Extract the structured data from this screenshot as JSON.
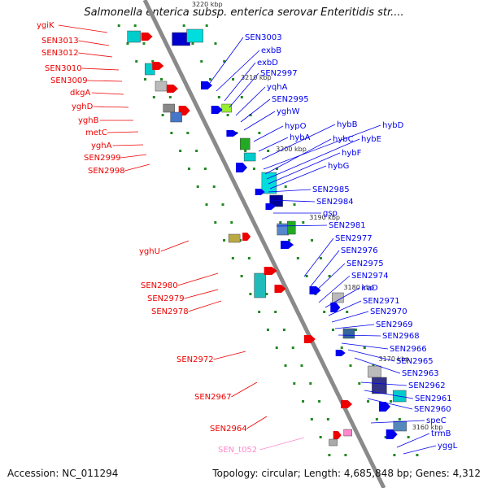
{
  "title": "Salmonella enterica subsp. enterica serovar Enteritidis str....",
  "footer": {
    "accession": "Accession: NC_011294",
    "summary": "Topology: circular; Length: 4,685,848 bp; Genes: 4,312"
  },
  "colors": {
    "strand_forward": "#0000ee",
    "strand_reverse": "#ee0000",
    "trna": "#ff88cc",
    "backbone": "#8a8a8a"
  },
  "ticks": [
    "3220 kbp",
    "3210 kbp",
    "3200 kbp",
    "3190 kbp",
    "3180 kbp",
    "3170 kbp",
    "3160 kbp"
  ],
  "left_labels": [
    {
      "text": "ygiK",
      "kind": "reverse"
    },
    {
      "text": "SEN3013",
      "kind": "reverse"
    },
    {
      "text": "SEN3012",
      "kind": "reverse"
    },
    {
      "text": "SEN3010",
      "kind": "reverse"
    },
    {
      "text": "SEN3009",
      "kind": "reverse"
    },
    {
      "text": "dkgA",
      "kind": "reverse"
    },
    {
      "text": "yghD",
      "kind": "reverse"
    },
    {
      "text": "yghB",
      "kind": "reverse"
    },
    {
      "text": "metC",
      "kind": "reverse"
    },
    {
      "text": "yghA",
      "kind": "reverse"
    },
    {
      "text": "SEN2999",
      "kind": "reverse"
    },
    {
      "text": "SEN2998",
      "kind": "reverse"
    },
    {
      "text": "yghU",
      "kind": "reverse"
    },
    {
      "text": "SEN2980",
      "kind": "reverse"
    },
    {
      "text": "SEN2979",
      "kind": "reverse"
    },
    {
      "text": "SEN2978",
      "kind": "reverse"
    },
    {
      "text": "SEN2972",
      "kind": "reverse"
    },
    {
      "text": "SEN2967",
      "kind": "reverse"
    },
    {
      "text": "SEN2964",
      "kind": "reverse"
    },
    {
      "text": "SEN_t052",
      "kind": "trna"
    }
  ],
  "right_labels": [
    {
      "text": "SEN3003"
    },
    {
      "text": "exbB"
    },
    {
      "text": "exbD"
    },
    {
      "text": "SEN2997"
    },
    {
      "text": "yqhA"
    },
    {
      "text": "SEN2995"
    },
    {
      "text": "yghW"
    },
    {
      "text": "hypO"
    },
    {
      "text": "hybA"
    },
    {
      "text": "hybB"
    },
    {
      "text": "hybD"
    },
    {
      "text": "hybC"
    },
    {
      "text": "hybE"
    },
    {
      "text": "hybF"
    },
    {
      "text": "hybG"
    },
    {
      "text": "SEN2985"
    },
    {
      "text": "SEN2984"
    },
    {
      "text": "gsp"
    },
    {
      "text": "SEN2981"
    },
    {
      "text": "SEN2977"
    },
    {
      "text": "SEN2976"
    },
    {
      "text": "SEN2975"
    },
    {
      "text": "SEN2974"
    },
    {
      "text": "iraD"
    },
    {
      "text": "SEN2971"
    },
    {
      "text": "SEN2970"
    },
    {
      "text": "SEN2969"
    },
    {
      "text": "SEN2968"
    },
    {
      "text": "SEN2966"
    },
    {
      "text": "SEN2965"
    },
    {
      "text": "SEN2963"
    },
    {
      "text": "SEN2962"
    },
    {
      "text": "SEN2961"
    },
    {
      "text": "SEN2960"
    },
    {
      "text": "speC"
    },
    {
      "text": "trmB"
    },
    {
      "text": "yggL"
    }
  ]
}
